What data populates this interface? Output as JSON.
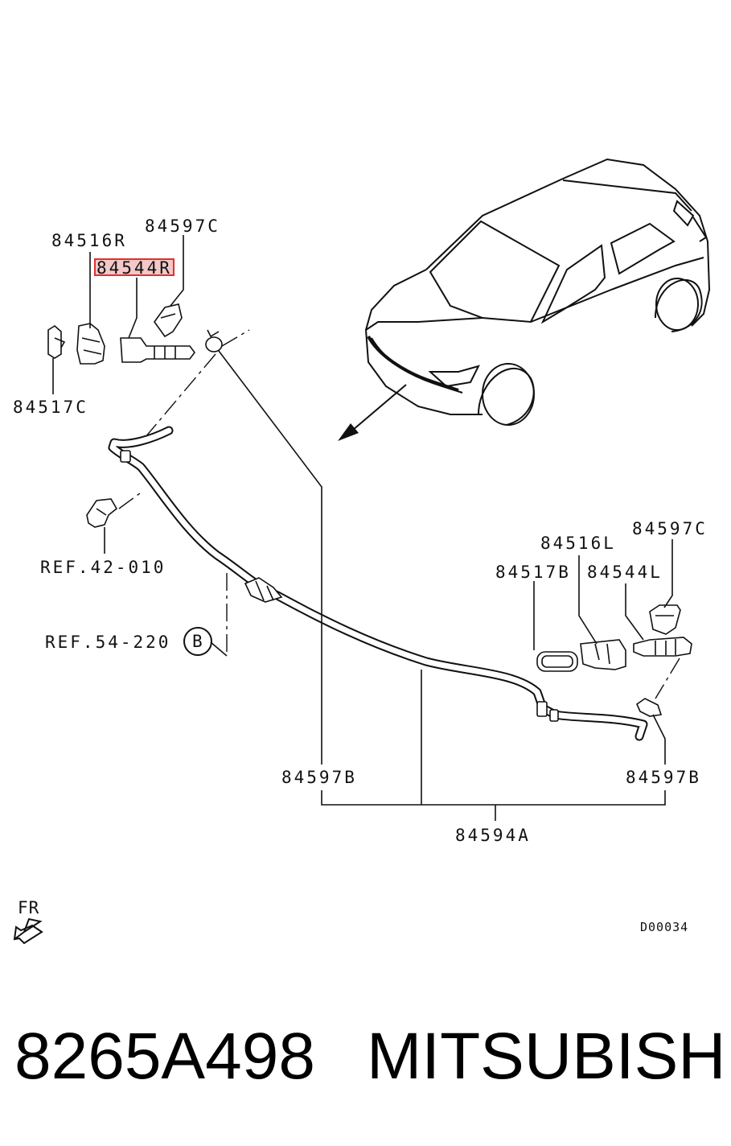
{
  "labels": {
    "p84516R": "84516R",
    "p84597C_top": "84597C",
    "p84544R": "84544R",
    "p84517C": "84517C",
    "ref42": "REF.42-010",
    "ref54": "REF.54-220",
    "circleB": "B",
    "p84597C_right": "84597C",
    "p84516L": "84516L",
    "p84517B": "84517B",
    "p84544L": "84544L",
    "p84597B_left": "84597B",
    "p84597B_right": "84597B",
    "p84594A": "84594A",
    "fr": "FR",
    "diagram_code": "D00034"
  },
  "caption": {
    "part_number": "8265A498",
    "brand": "MITSUBISHI"
  },
  "colors": {
    "highlight_border": "#e03030",
    "highlight_fill": "#f3c8c8",
    "ink": "#111111"
  }
}
